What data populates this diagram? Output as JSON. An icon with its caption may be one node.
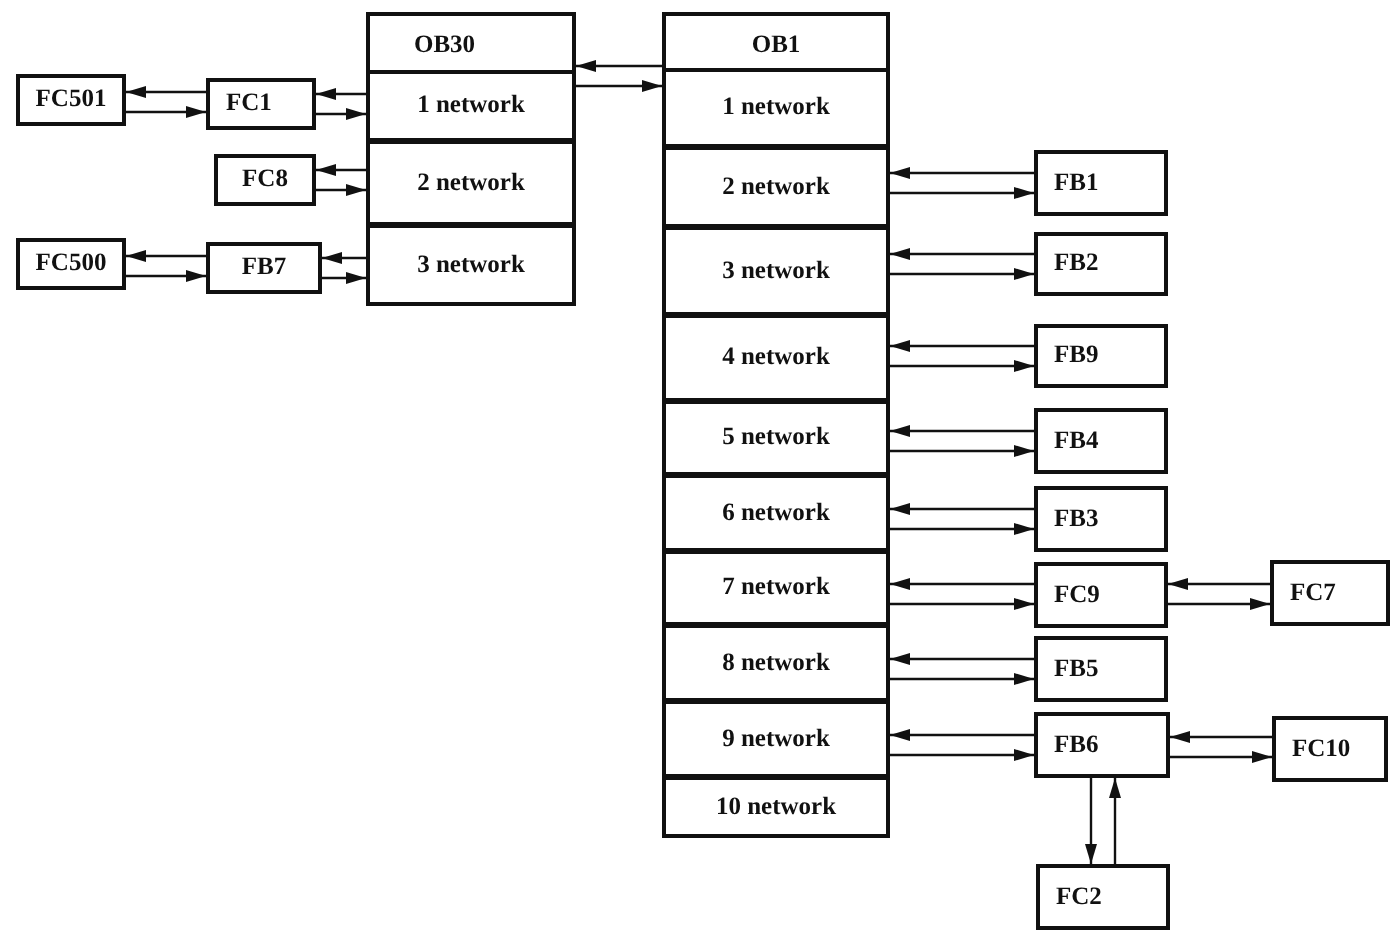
{
  "diagram": {
    "nodes": [
      {
        "text": [
          "OB30"
        ]
      },
      {
        "text": [
          "1 network"
        ],
        "in": 0
      },
      {
        "text": [
          "2 network"
        ],
        "in": 0
      },
      {
        "text": [
          "3 network"
        ],
        "in": 0
      },
      {
        "text": [
          "OB1"
        ]
      },
      {
        "text": [
          "1 network"
        ],
        "in": 4
      },
      {
        "text": [
          "2 network"
        ],
        "in": 4
      },
      {
        "text": [
          "3 network"
        ],
        "in": 4
      },
      {
        "text": [
          "4 network"
        ],
        "in": 4
      },
      {
        "text": [
          "5 network"
        ],
        "in": 4
      },
      {
        "text": [
          "6 network"
        ],
        "in": 4
      },
      {
        "text": [
          "7 network"
        ],
        "in": 4
      },
      {
        "text": [
          "8 network"
        ],
        "in": 4
      },
      {
        "text": [
          "9 network"
        ],
        "in": 4
      },
      {
        "text": [
          "10 network"
        ],
        "in": 4
      },
      {
        "text": [
          "FC501"
        ]
      },
      {
        "text": [
          "FC1"
        ]
      },
      {
        "text": [
          "FC8"
        ]
      },
      {
        "text": [
          "FC500"
        ]
      },
      {
        "text": [
          "FB7"
        ]
      },
      {
        "text": [
          "FB1"
        ]
      },
      {
        "text": [
          "FB2"
        ]
      },
      {
        "text": [
          "FB9"
        ]
      },
      {
        "text": [
          "FB4"
        ]
      },
      {
        "text": [
          "FB3"
        ]
      },
      {
        "text": [
          "FC9"
        ]
      },
      {
        "text": [
          "FC7"
        ]
      },
      {
        "text": [
          "FB5"
        ]
      },
      {
        "text": [
          "FB6"
        ]
      },
      {
        "text": [
          "FC10"
        ]
      },
      {
        "text": [
          "FC2"
        ]
      }
    ],
    "edges": [
      {
        "from": 16,
        "to": 15,
        "arrow": "to"
      },
      {
        "from": 15,
        "to": 16,
        "arrow": "to"
      },
      {
        "from": 1,
        "to": 16,
        "arrow": "to"
      },
      {
        "from": 16,
        "to": 1,
        "arrow": "to"
      },
      {
        "from": 2,
        "to": 17,
        "arrow": "to"
      },
      {
        "from": 17,
        "to": 2,
        "arrow": "to"
      },
      {
        "from": 19,
        "to": 18,
        "arrow": "to"
      },
      {
        "from": 18,
        "to": 19,
        "arrow": "to"
      },
      {
        "from": 3,
        "to": 19,
        "arrow": "to"
      },
      {
        "from": 19,
        "to": 3,
        "arrow": "to"
      },
      {
        "from": 4,
        "to": 0,
        "arrow": "to"
      },
      {
        "from": 0,
        "to": 4,
        "arrow": "to"
      },
      {
        "from": 20,
        "to": 6,
        "arrow": "to"
      },
      {
        "from": 6,
        "to": 20,
        "arrow": "to"
      },
      {
        "from": 21,
        "to": 7,
        "arrow": "to"
      },
      {
        "from": 7,
        "to": 21,
        "arrow": "to"
      },
      {
        "from": 22,
        "to": 8,
        "arrow": "to"
      },
      {
        "from": 8,
        "to": 22,
        "arrow": "to"
      },
      {
        "from": 23,
        "to": 9,
        "arrow": "to"
      },
      {
        "from": 9,
        "to": 23,
        "arrow": "to"
      },
      {
        "from": 24,
        "to": 10,
        "arrow": "to"
      },
      {
        "from": 10,
        "to": 24,
        "arrow": "to"
      },
      {
        "from": 25,
        "to": 11,
        "arrow": "to"
      },
      {
        "from": 11,
        "to": 25,
        "arrow": "to"
      },
      {
        "from": 26,
        "to": 25,
        "arrow": "to"
      },
      {
        "from": 25,
        "to": 26,
        "arrow": "to"
      },
      {
        "from": 27,
        "to": 12,
        "arrow": "to"
      },
      {
        "from": 12,
        "to": 27,
        "arrow": "to"
      },
      {
        "from": 28,
        "to": 13,
        "arrow": "to"
      },
      {
        "from": 13,
        "to": 28,
        "arrow": "to"
      },
      {
        "from": 29,
        "to": 28,
        "arrow": "to"
      },
      {
        "from": 28,
        "to": 29,
        "arrow": "to"
      },
      {
        "from": 28,
        "to": 30,
        "arrow": "to"
      },
      {
        "from": 30,
        "to": 28,
        "arrow": "to"
      }
    ]
  }
}
